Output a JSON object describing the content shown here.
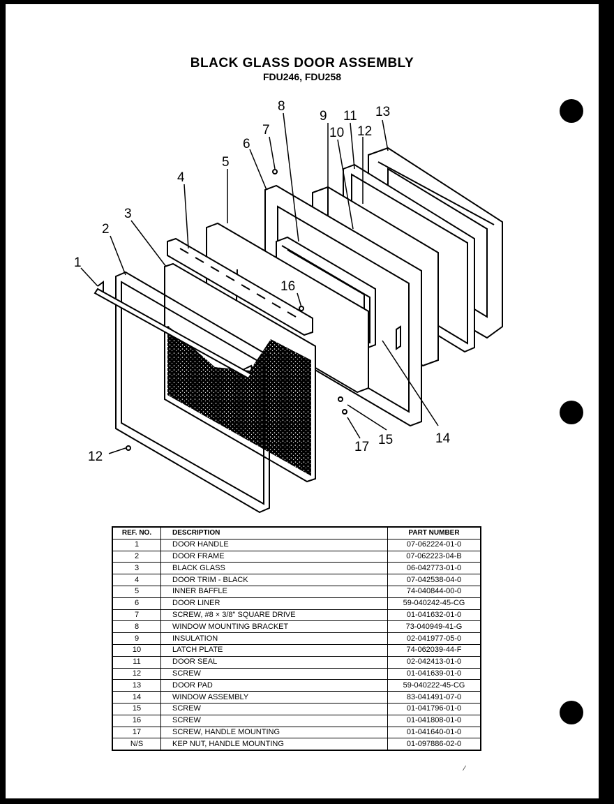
{
  "title": "BLACK GLASS DOOR ASSEMBLY",
  "subtitle": "FDU246, FDU258",
  "callouts": [
    "1",
    "2",
    "3",
    "4",
    "5",
    "6",
    "7",
    "8",
    "9",
    "10",
    "11",
    "12",
    "13",
    "14",
    "15",
    "16",
    "17",
    "12"
  ],
  "table": {
    "headers": {
      "ref": "REF. NO.",
      "description": "DESCRIPTION",
      "part": "PART NUMBER"
    },
    "rows": [
      {
        "ref": "1",
        "description": "DOOR HANDLE",
        "part": "07-062224-01-0"
      },
      {
        "ref": "2",
        "description": "DOOR FRAME",
        "part": "07-062223-04-B"
      },
      {
        "ref": "3",
        "description": "BLACK GLASS",
        "part": "06-042773-01-0"
      },
      {
        "ref": "4",
        "description": "DOOR TRIM - BLACK",
        "part": "07-042538-04-0"
      },
      {
        "ref": "5",
        "description": "INNER BAFFLE",
        "part": "74-040844-00-0"
      },
      {
        "ref": "6",
        "description": "DOOR LINER",
        "part": "59-040242-45-CG"
      },
      {
        "ref": "7",
        "description": "SCREW, #8 × 3/8\" SQUARE DRIVE",
        "part": "01-041632-01-0"
      },
      {
        "ref": "8",
        "description": "WINDOW MOUNTING BRACKET",
        "part": "73-040949-41-G"
      },
      {
        "ref": "9",
        "description": "INSULATION",
        "part": "02-041977-05-0"
      },
      {
        "ref": "10",
        "description": "LATCH PLATE",
        "part": "74-062039-44-F"
      },
      {
        "ref": "11",
        "description": "DOOR SEAL",
        "part": "02-042413-01-0"
      },
      {
        "ref": "12",
        "description": "SCREW",
        "part": "01-041639-01-0"
      },
      {
        "ref": "13",
        "description": "DOOR PAD",
        "part": "59-040222-45-CG"
      },
      {
        "ref": "14",
        "description": "WINDOW ASSEMBLY",
        "part": "83-041491-07-0"
      },
      {
        "ref": "15",
        "description": "SCREW",
        "part": "01-041796-01-0"
      },
      {
        "ref": "16",
        "description": "SCREW",
        "part": "01-041808-01-0"
      },
      {
        "ref": "17",
        "description": "SCREW, HANDLE MOUNTING",
        "part": "01-041640-01-0"
      },
      {
        "ref": "N/S",
        "description": "KEP NUT, HANDLE MOUNTING",
        "part": "01-097886-02-0"
      }
    ]
  }
}
